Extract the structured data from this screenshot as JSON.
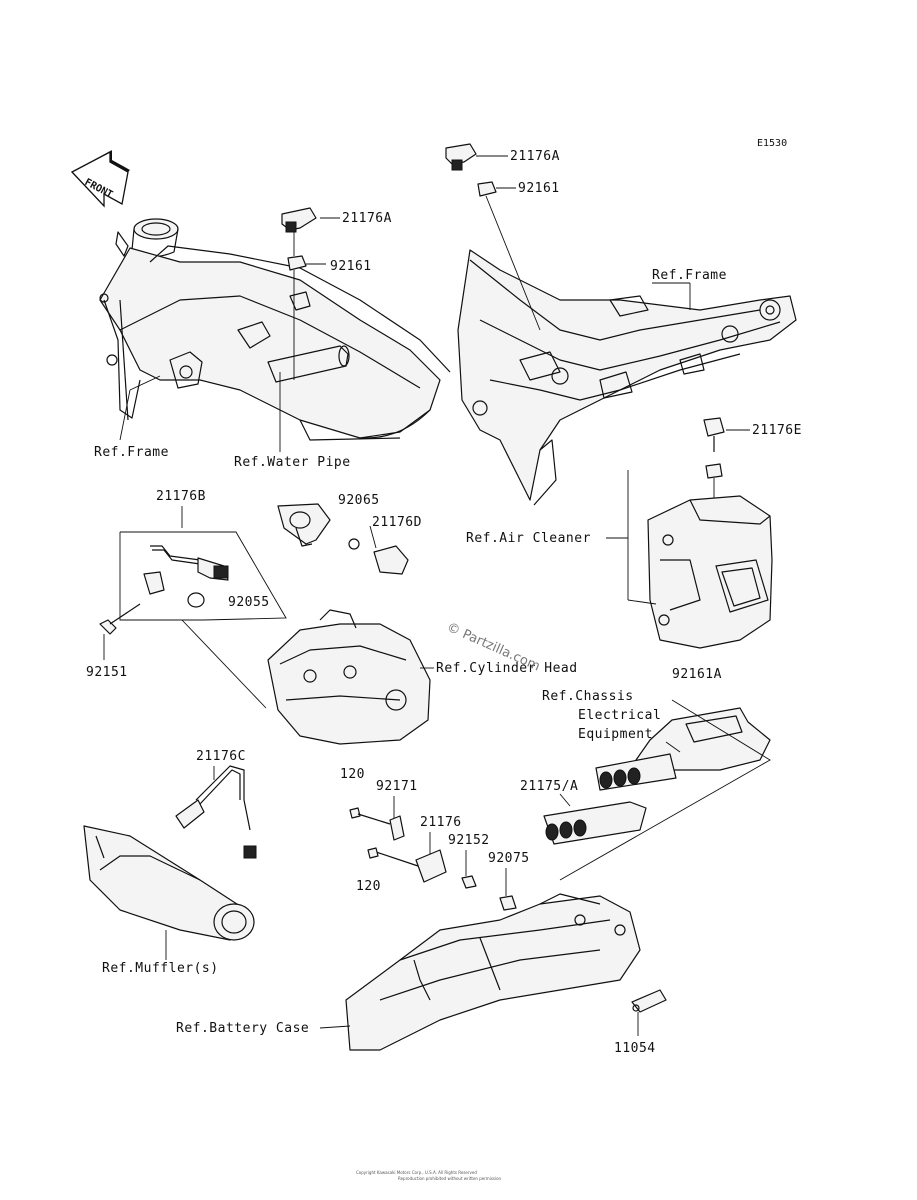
{
  "diagram_code": "E1530",
  "front_arrow_label": "FRONT",
  "labels": {
    "l_21176A_top": "21176A",
    "l_92161_top": "92161",
    "l_21176A_left": "21176A",
    "l_92161_left": "92161",
    "l_ref_frame_right": "Ref.Frame",
    "l_ref_frame_left": "Ref.Frame",
    "l_ref_water_pipe": "Ref.Water Pipe",
    "l_21176E": "21176E",
    "l_21176B": "21176B",
    "l_92065": "92065",
    "l_21176D": "21176D",
    "l_ref_air_cleaner": "Ref.Air Cleaner",
    "l_92055": "92055",
    "l_92151": "92151",
    "l_ref_cylinder_head": "Ref.Cylinder Head",
    "l_92161A": "92161A",
    "l_ref_chassis_1": "Ref.Chassis",
    "l_ref_chassis_2": "Electrical",
    "l_ref_chassis_3": "Equipment",
    "l_21176C": "21176C",
    "l_120_top": "120",
    "l_92171": "92171",
    "l_21175A": "21175/A",
    "l_21176": "21176",
    "l_92152": "92152",
    "l_92075": "92075",
    "l_120_bottom": "120",
    "l_ref_muffler": "Ref.Muffler(s)",
    "l_ref_battery_case": "Ref.Battery Case",
    "l_11054": "11054"
  },
  "watermark": "© Partzilla.com",
  "footer_line_1": "Copyright Kawasaki Motors Corp., U.S.A. All Rights Reserved",
  "footer_line_2": "Reproduction prohibited without written permission"
}
